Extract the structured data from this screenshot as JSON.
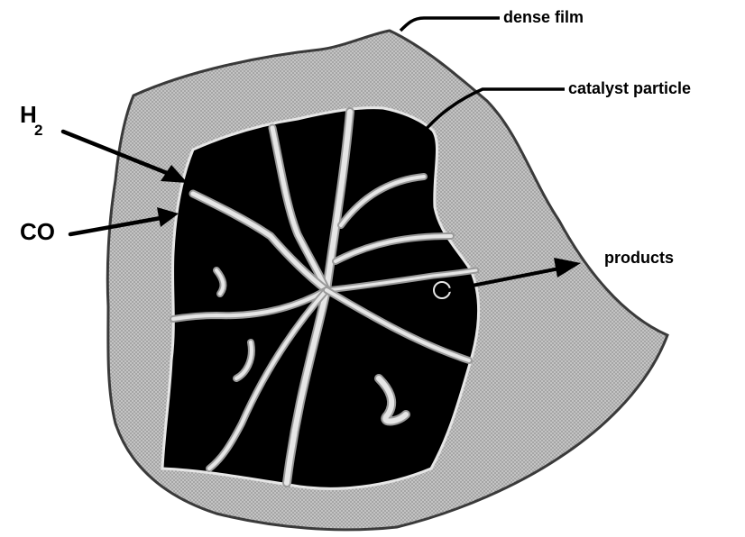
{
  "labels": {
    "h2_main": "H",
    "h2_sub": "2",
    "co": "CO",
    "dense_film": "dense film",
    "catalyst_particle": "catalyst particle",
    "products": "products"
  },
  "colors": {
    "film_fill": "#c4c4c4",
    "film_dot": "#8f8f8f",
    "particle": "#000000",
    "pore": "#e6e6e6",
    "text": "#000000"
  },
  "icons": {
    "arrow_head": "filled-triangle"
  }
}
